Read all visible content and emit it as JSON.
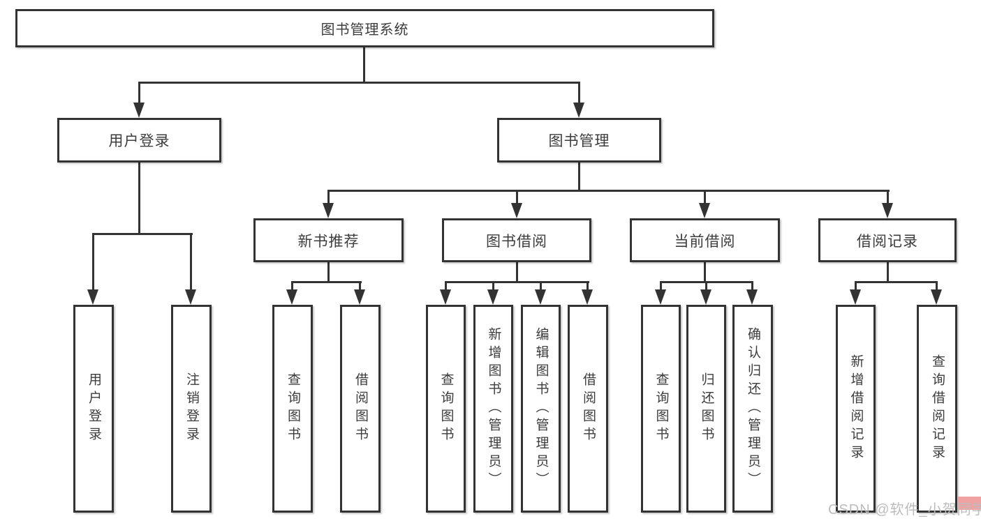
{
  "tree": {
    "label": "图书管理系统",
    "children": [
      {
        "label": "用户登录",
        "children": [
          {
            "label": "用户登录"
          },
          {
            "label": "注销登录"
          }
        ]
      },
      {
        "label": "图书管理",
        "children": [
          {
            "label": "新书推荐",
            "children": [
              {
                "label": "查询图书"
              },
              {
                "label": "借阅图书"
              }
            ]
          },
          {
            "label": "图书借阅",
            "children": [
              {
                "label": "查询图书"
              },
              {
                "label": "新增图书（管理员）"
              },
              {
                "label": "编辑图书（管理员）"
              },
              {
                "label": "借阅图书"
              }
            ]
          },
          {
            "label": "当前借阅",
            "children": [
              {
                "label": "查询图书"
              },
              {
                "label": "归还图书"
              },
              {
                "label": "确认归还（管理员）"
              }
            ]
          },
          {
            "label": "借阅记录",
            "children": [
              {
                "label": "新增借阅记录"
              },
              {
                "label": "查询借阅记录"
              }
            ]
          }
        ]
      }
    ]
  },
  "watermark": {
    "text": "CSDN @软件_小贺同学"
  },
  "colors": {
    "line": "#333333",
    "box_border": "#333333",
    "text": "#3c3c3c",
    "background": "#ffffff",
    "watermark_text": "#bcbcbc",
    "watermark_highlight": "#f0a2a2"
  }
}
